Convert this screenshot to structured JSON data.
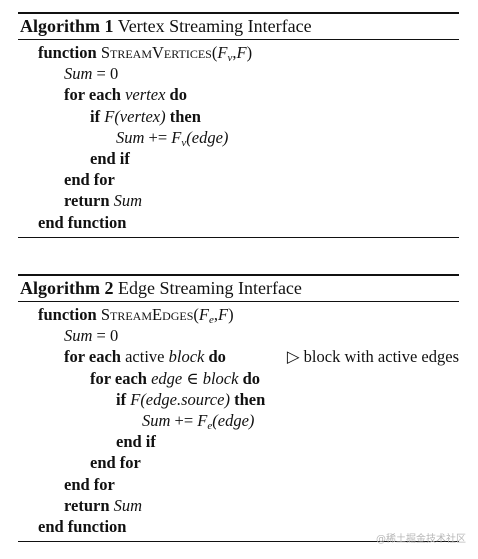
{
  "algorithm1": {
    "number_label": "Algorithm 1",
    "title": "Vertex Streaming Interface",
    "func_kw": "function",
    "func_name": "StreamVertices",
    "func_args_open": "(",
    "func_arg1": "F",
    "func_arg1_sub": "v",
    "func_args_rest": ",",
    "func_arg2": "F",
    "func_args_close": ")",
    "sum_init": "Sum",
    "sum_init_rest": " = 0",
    "for_kw": "for each",
    "for_var": "vertex",
    "do_kw": "do",
    "if_kw": "if",
    "if_cond": "F",
    "if_cond_arg": "(vertex)",
    "then_kw": "then",
    "sum_var": "Sum",
    "sum_op": " += ",
    "fv": "F",
    "fv_sub": "v",
    "fv_arg": "(edge)",
    "end_if": "end if",
    "end_for": "end for",
    "return_kw": "return",
    "return_var": "Sum",
    "end_function": "end function"
  },
  "algorithm2": {
    "number_label": "Algorithm 2",
    "title": "Edge Streaming Interface",
    "func_kw": "function",
    "func_name": "StreamEdges",
    "func_args_open": "(",
    "func_arg1": "F",
    "func_arg1_sub": "e",
    "func_args_rest": ",",
    "func_arg2": "F",
    "func_args_close": ")",
    "sum_init": "Sum",
    "sum_init_rest": " = 0",
    "for1_kw": "for each",
    "for1_text": " active ",
    "for1_var": "block",
    "do_kw": "do",
    "comment": "▷ block with active edges",
    "for2_kw": "for each",
    "for2_var": "edge ∈ block",
    "if_kw": "if",
    "if_cond": "F",
    "if_cond_arg": "(edge.source)",
    "then_kw": "then",
    "sum_var": "Sum",
    "sum_op": " += ",
    "fe": "F",
    "fe_sub": "e",
    "fe_arg": "(edge)",
    "end_if": "end if",
    "end_for_inner": "end for",
    "end_for_outer": "end for",
    "return_kw": "return",
    "return_var": "Sum",
    "end_function": "end function"
  },
  "watermark": "@稀土掘金技术社区"
}
